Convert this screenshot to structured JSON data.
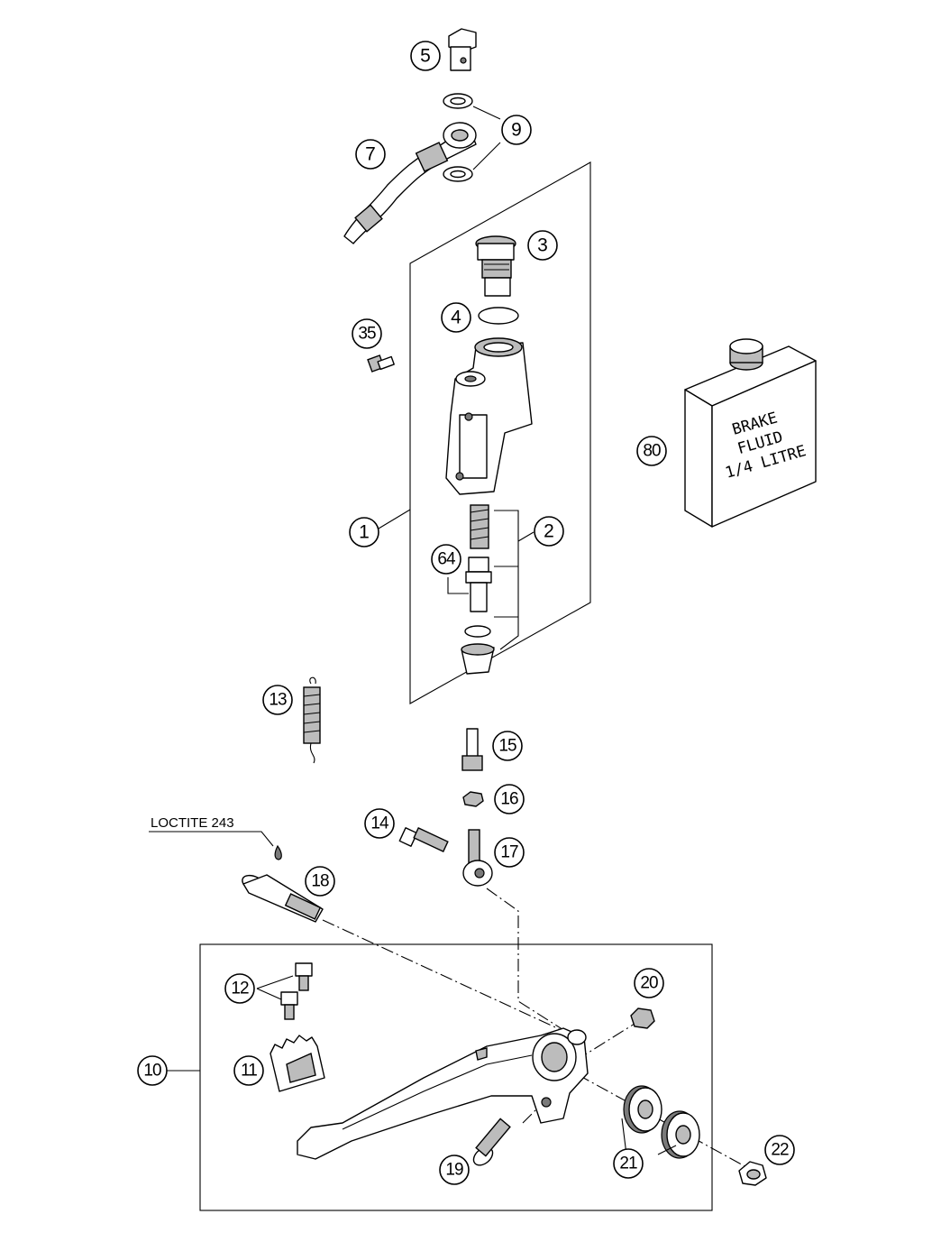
{
  "labels": {
    "p1": "1",
    "p2": "2",
    "p3": "3",
    "p4": "4",
    "p5": "5",
    "p7": "7",
    "p9": "9",
    "p10": "10",
    "p11": "11",
    "p12": "12",
    "p13": "13",
    "p14": "14",
    "p15": "15",
    "p16": "16",
    "p17": "17",
    "p18": "18",
    "p19": "19",
    "p20": "20",
    "p21": "21",
    "p22": "22",
    "p35": "35",
    "p64": "64",
    "p80": "80"
  },
  "annotations": {
    "loctite": "LOCTITE 243"
  },
  "brake_fluid_can": {
    "line1": "BRAKE",
    "line2": "FLUID",
    "line3": "1/4 LITRE"
  }
}
